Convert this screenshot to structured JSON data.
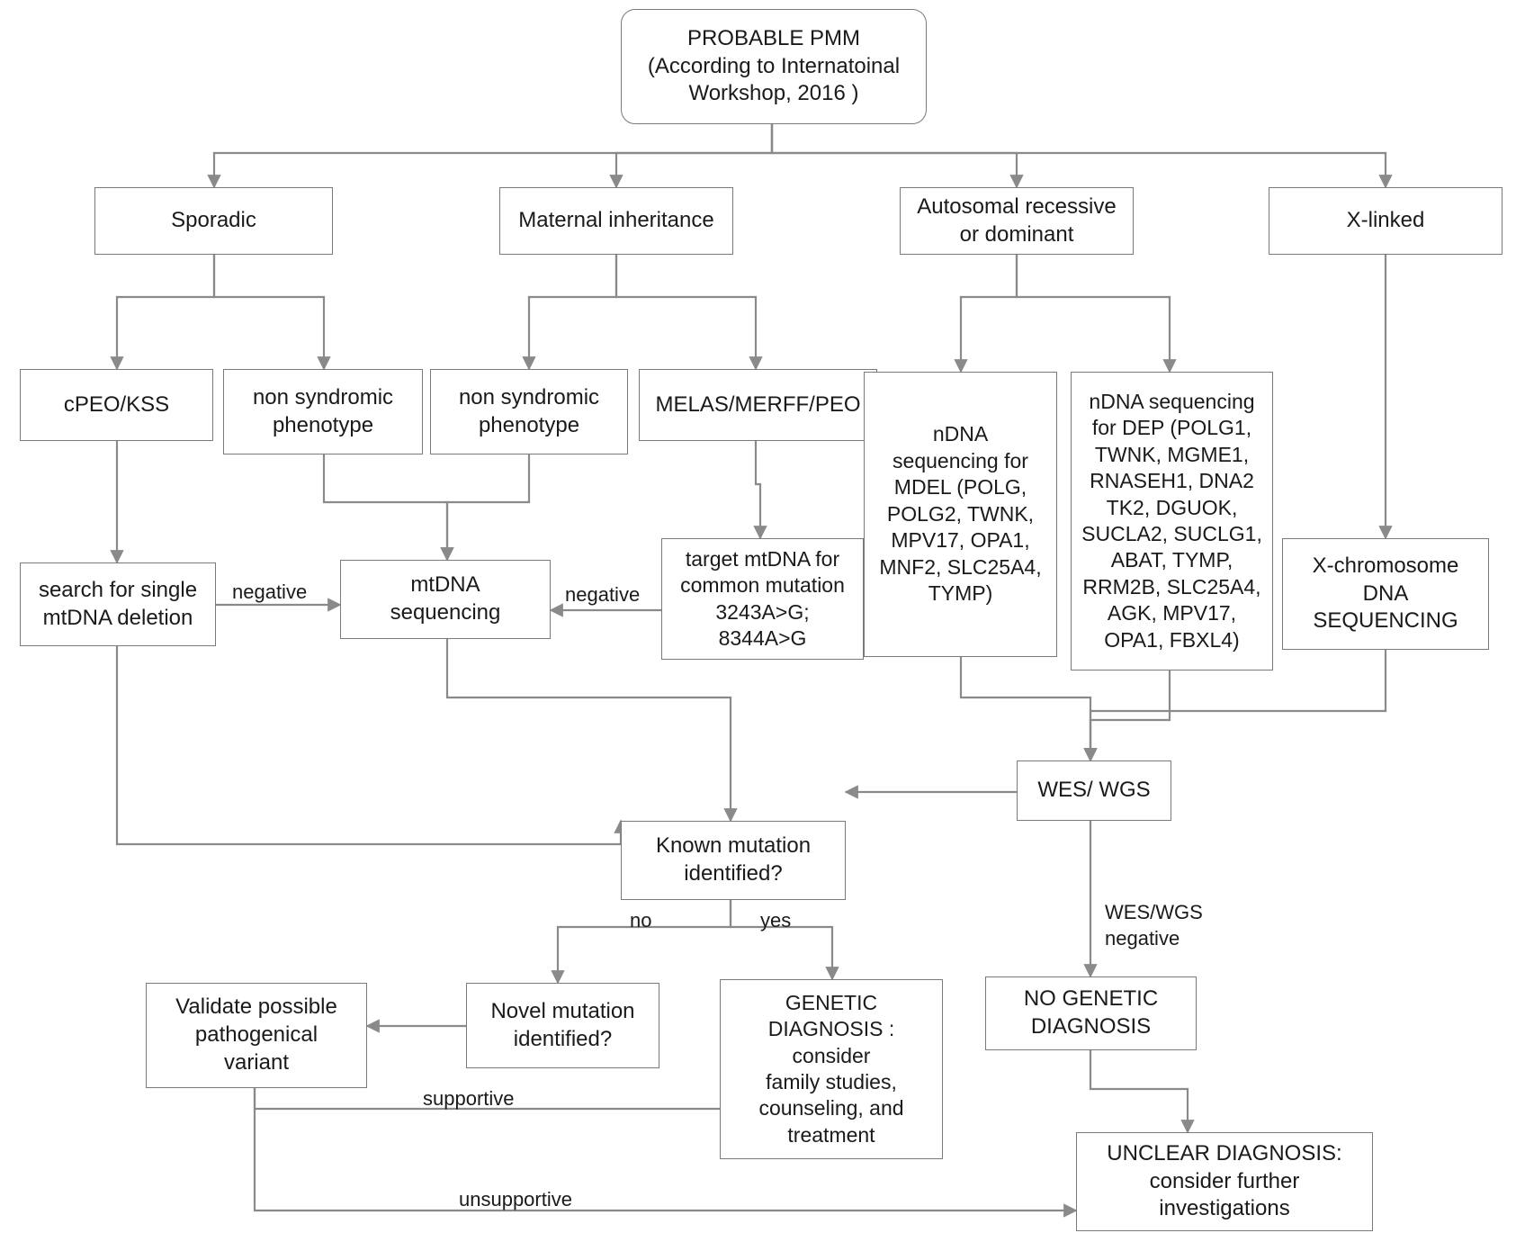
{
  "diagram": {
    "title": "PROBABLE PMM diagnostic algorithm flowchart",
    "stroke_color": "#7a7a7a",
    "text_color": "#1a1a1a",
    "background": "#ffffff"
  },
  "nodes": {
    "probable_pmm": "PROBABLE PMM\n(According to Internatoinal\nWorkshop, 2016 )",
    "sporadic": "Sporadic",
    "maternal": "Maternal inheritance",
    "autosomal": "Autosomal recessive\nor dominant",
    "xlinked": "X-linked",
    "cpeo_kss": "cPEO/KSS",
    "non_syndromic_1": "non syndromic\nphenotype",
    "non_syndromic_2": "non syndromic\nphenotype",
    "melas": "MELAS/MERFF/PEO",
    "ndna_mdel": "nDNA\nsequencing for\nMDEL (POLG,\nPOLG2, TWNK,\nMPV17, OPA1,\nMNF2, SLC25A4,\nTYMP)",
    "ndna_dep": "nDNA sequencing\nfor DEP (POLG1,\nTWNK, MGME1,\nRNASEH1, DNA2\nTK2, DGUOK,\nSUCLA2, SUCLG1,\nABAT, TYMP,\nRRM2B, SLC25A4,\nAGK, MPV17,\nOPA1, FBXL4)",
    "search_single_deletion": "search for single\nmtDNA deletion",
    "mtdna_sequencing": "mtDNA\nsequencing",
    "target_mtdna": "target mtDNA for\ncommon mutation\n3243A>G;\n8344A>G",
    "x_chromosome": "X-chromosome\nDNA\nSEQUENCING",
    "wes_wgs": "WES/ WGS",
    "known_mutation": "Known mutation\nidentified?",
    "novel_mutation": "Novel mutation\nidentified?",
    "validate_variant": "Validate possible\npathogenical\nvariant",
    "genetic_diagnosis": "GENETIC\nDIAGNOSIS :\nconsider\nfamily studies,\ncounseling, and\ntreatment",
    "no_genetic_diagnosis": "NO GENETIC\nDIAGNOSIS",
    "unclear_diagnosis": "UNCLEAR DIAGNOSIS:\nconsider further\ninvestigations"
  },
  "edge_labels": {
    "negative_left": "negative",
    "negative_right": "negative",
    "no": "no",
    "yes": "yes",
    "wes_wgs_negative": "WES/WGS\nnegative",
    "supportive": "supportive",
    "unsupportive": "unsupportive"
  }
}
